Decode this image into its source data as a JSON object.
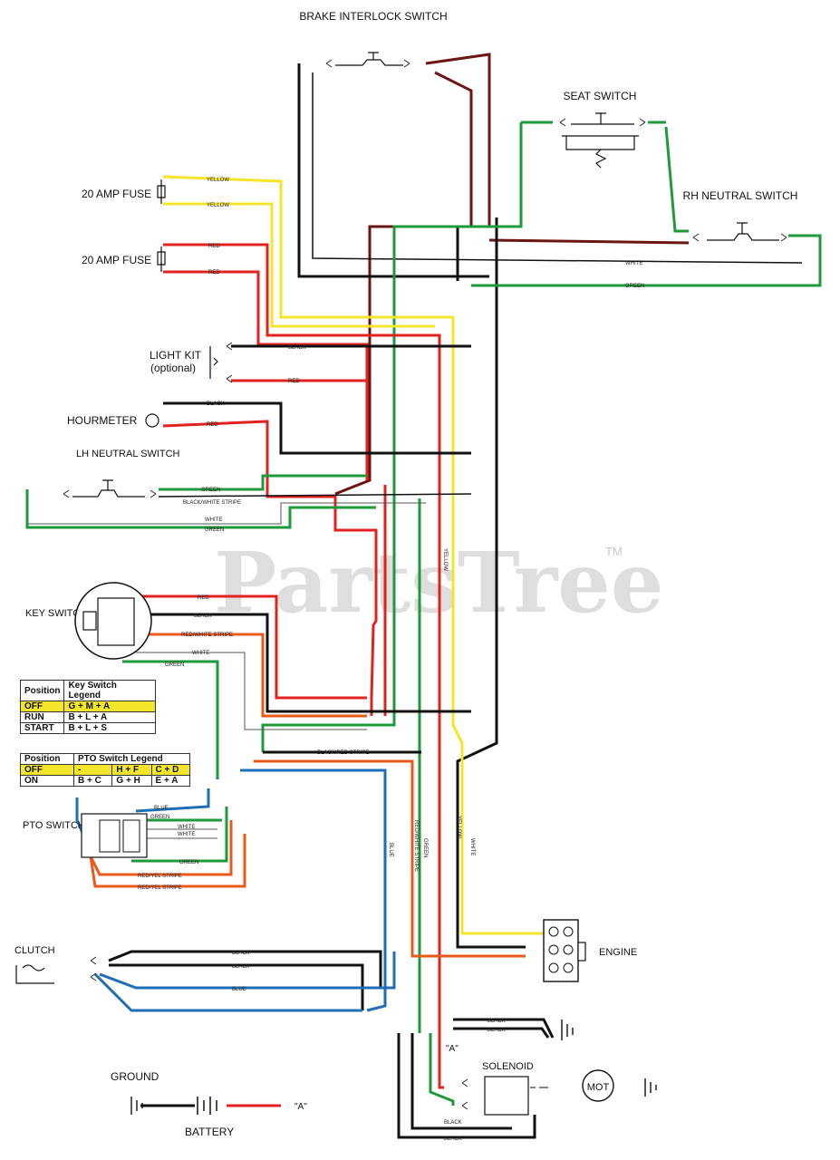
{
  "components": {
    "brake_interlock_switch": "BRAKE INTERLOCK SWITCH",
    "seat_switch": "SEAT SWITCH",
    "rh_neutral_switch": "RH NEUTRAL SWITCH",
    "fuse_1": "20 AMP FUSE",
    "fuse_2": "20 AMP FUSE",
    "light_kit": "LIGHT KIT",
    "light_kit_note": "(optional)",
    "hourmeter": "HOURMETER",
    "lh_neutral_switch": "LH NEUTRAL SWITCH",
    "key_switch": "KEY SWITCH",
    "pto_switch": "PTO SWITCH",
    "clutch": "CLUTCH",
    "engine": "ENGINE",
    "ground": "GROUND",
    "battery": "BATTERY",
    "solenoid": "SOLENOID",
    "motor": "MOT",
    "terminal_a": "\"A\""
  },
  "key_switch_legend": {
    "headers": [
      "Position",
      "Key Switch Legend"
    ],
    "rows": [
      {
        "position": "OFF",
        "value": "G + M + A"
      },
      {
        "position": "RUN",
        "value": "B + L + A"
      },
      {
        "position": "START",
        "value": "B + L + S"
      }
    ]
  },
  "pto_switch_legend": {
    "headers": [
      "Position",
      "PTO Switch Legend"
    ],
    "rows": [
      {
        "position": "OFF",
        "c1": "-",
        "c2": "H + F",
        "c3": "C + D"
      },
      {
        "position": "ON",
        "c1": "B + C",
        "c2": "G + H",
        "c3": "E + A"
      }
    ]
  },
  "wire_labels": {
    "yellow": "YELLOW",
    "red": "RED",
    "black": "BLACK",
    "white": "WHITE",
    "green": "GREEN",
    "blue": "BLUE",
    "black_white": "BLACK/WHITE STRIPE",
    "black_red": "BLACK/RED STRIPE",
    "red_white": "RED/WHITE STRIPE",
    "red_yel": "RED/YEL STRIPE"
  },
  "watermark": "PartsTree",
  "trademark": "TM",
  "colors": {
    "red": "#e0231f",
    "yellow": "#f3e52c",
    "green": "#1e9a3c",
    "blue": "#1f6db5",
    "orange": "#e8591a",
    "darkred": "#6b1612",
    "black": "#111111"
  }
}
